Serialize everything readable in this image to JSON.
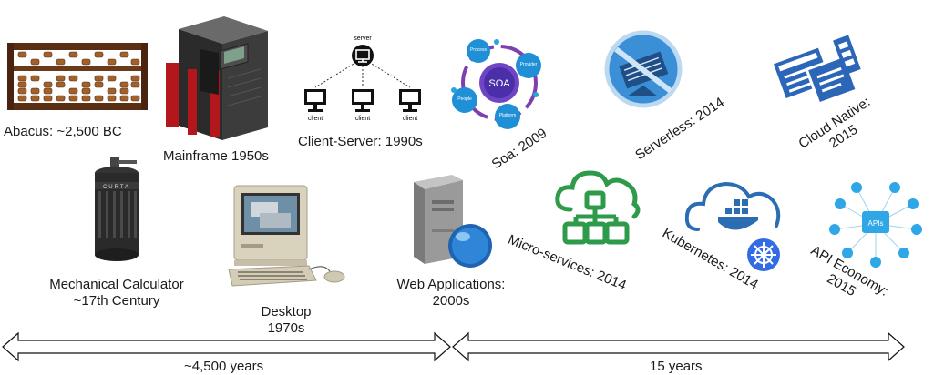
{
  "items": {
    "abacus": {
      "label": "Abacus: ~2,500 BC"
    },
    "mainframe": {
      "label": "Mainframe 1950s"
    },
    "client_server": {
      "label": "Client-Server: 1990s",
      "server": "server",
      "client": "client"
    },
    "soa": {
      "label": "Soa: 2009",
      "center": "SOA",
      "petals": [
        "Process",
        "Provider",
        "Platform",
        "People"
      ]
    },
    "serverless": {
      "label": "Serverless: 2014"
    },
    "cloud_native": {
      "label_line1": "Cloud Native:",
      "label_line2": "2015"
    },
    "mechanical_calculator": {
      "label_line1": "Mechanical Calculator",
      "label_line2": "~17th Century",
      "brand": "CURTA"
    },
    "desktop": {
      "label_line1": "Desktop",
      "label_line2": "1970s"
    },
    "web_applications": {
      "label_line1": "Web Applications:",
      "label_line2": "2000s"
    },
    "microservices": {
      "label": "Micro-services: 2014"
    },
    "kubernetes": {
      "label": "Kubernetes: 2014"
    },
    "api_economy": {
      "label_line1": "API Economy:",
      "label_line2": "2015",
      "hub": "APIs"
    }
  },
  "timeline": {
    "left_span": "~4,500 years",
    "right_span": "15 years"
  },
  "colors": {
    "green": "#2e9b4a",
    "blue": "#2a6db3",
    "azure": "#3a8fd6",
    "red": "#b3161b",
    "api_blue": "#2fa6e6"
  }
}
